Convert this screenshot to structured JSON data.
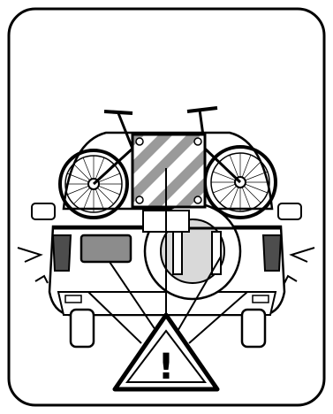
{
  "illustration": {
    "subject": "rear-view-car-with-bike-rack-and-warning-panel",
    "colors": {
      "ink": "#000000",
      "paper": "#ffffff",
      "light_gray": "#d9d9d9",
      "mid_gray": "#8c8c8c",
      "dark_gray": "#4d4d4d",
      "warning_panel_stripe": "#9a9a9a"
    },
    "icons": [
      "bicycle-left",
      "bicycle-right",
      "striped-warning-panel",
      "warning-triangle-icon",
      "signal-flash-icon"
    ],
    "warning_triangle": {
      "symbol": "!"
    }
  }
}
